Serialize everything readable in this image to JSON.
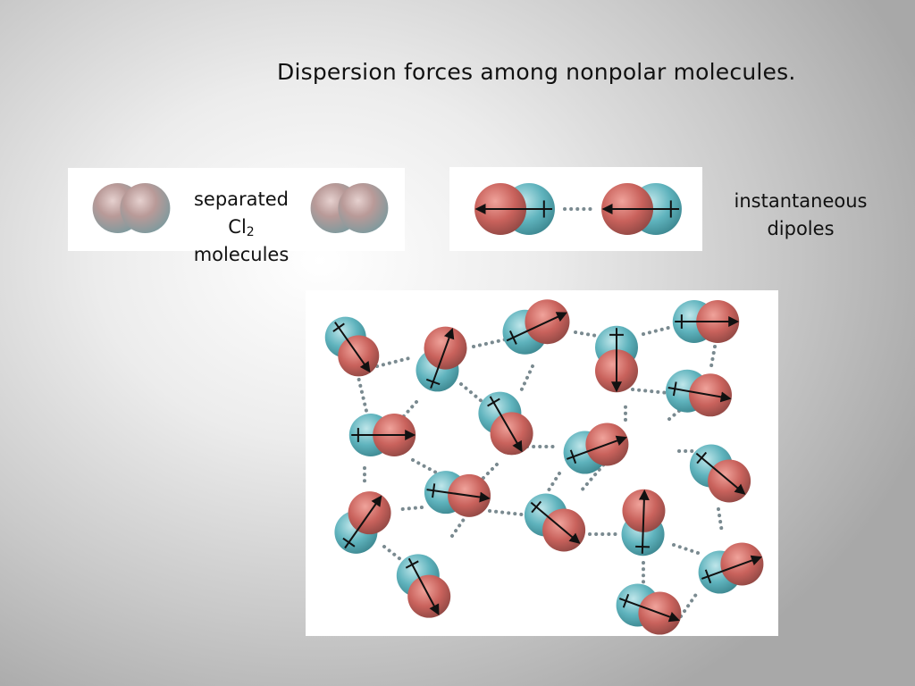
{
  "slide": {
    "title": "Dispersion forces among nonpolar molecules.",
    "labels": {
      "separated_line1": "separated",
      "separated_formula_base": "Cl",
      "separated_formula_sub": "2",
      "separated_line3": "molecules",
      "dipoles_line1": "instantaneous",
      "dipoles_line2": "dipoles"
    },
    "colors": {
      "positive_region": "#5fb3bd",
      "negative_region": "#c9625c",
      "neutral_region": "#b88f8c",
      "attraction_dots": "#7a8a90",
      "arrow": "#111111"
    }
  }
}
